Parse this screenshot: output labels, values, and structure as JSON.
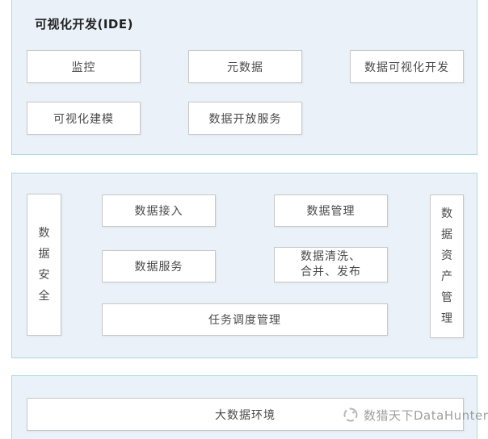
{
  "colors": {
    "panel_background": "#eaf1f9",
    "panel_border": "#aed9dc",
    "box_background": "#ffffff",
    "box_border": "#c7c7c7",
    "box_text": "#4a4a4a",
    "title_text": "#222222",
    "watermark_text": "#8f8f8f"
  },
  "panels": {
    "ide": {
      "title": "可视化开发(IDE)",
      "boxes": [
        {
          "label": "监控"
        },
        {
          "label": "元数据"
        },
        {
          "label": "数据可视化开发"
        },
        {
          "label": "可视化建模"
        },
        {
          "label": "数据开放服务"
        }
      ]
    },
    "platform": {
      "left_sidebar": {
        "label": "数据安全"
      },
      "right_sidebar": {
        "label": "数据资产管理"
      },
      "boxes": [
        {
          "label": "数据接入"
        },
        {
          "label": "数据管理"
        },
        {
          "label": "数据服务"
        },
        {
          "label": "数据清洗、\n合并、发布"
        },
        {
          "label": "任务调度管理"
        }
      ]
    },
    "environment": {
      "boxes": [
        {
          "label": "大数据环境"
        }
      ]
    }
  },
  "watermark": {
    "icon": "datahunter-logo-icon",
    "text": "数猎天下DataHunter"
  }
}
